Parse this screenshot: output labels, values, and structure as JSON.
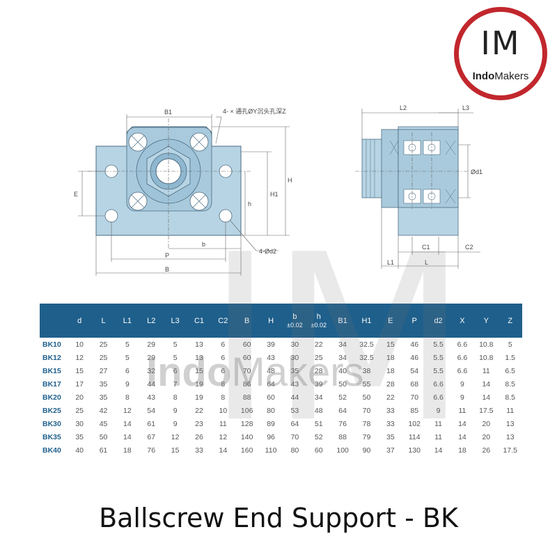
{
  "logo": {
    "mark": "IM",
    "word_bold": "Indo",
    "word_rest": "Makers"
  },
  "drawing_labels": {
    "front": {
      "b1": "B1",
      "hole_note": "4- × 通孔ØY沉头孔深Z",
      "e": "E",
      "h1": "H1",
      "h_total": "H",
      "h_small": "h",
      "b_small": "b",
      "p": "P",
      "b_total": "B",
      "d2": "4-Ød2"
    },
    "side": {
      "l2": "L2",
      "l3": "L3",
      "d1": "Ød1",
      "c1": "C1",
      "c2": "C2",
      "l1": "L1",
      "l": "L"
    }
  },
  "table": {
    "headers": [
      {
        "label": ""
      },
      {
        "label": "d"
      },
      {
        "label": "L"
      },
      {
        "label": "L1"
      },
      {
        "label": "L2"
      },
      {
        "label": "L3"
      },
      {
        "label": "C1"
      },
      {
        "label": "C2"
      },
      {
        "label": "B"
      },
      {
        "label": "H"
      },
      {
        "label": "b",
        "sub": "±0.02"
      },
      {
        "label": "h",
        "sub": "±0.02"
      },
      {
        "label": "B1"
      },
      {
        "label": "H1"
      },
      {
        "label": "E"
      },
      {
        "label": "P"
      },
      {
        "label": "d2"
      },
      {
        "label": "X"
      },
      {
        "label": "Y"
      },
      {
        "label": "Z"
      }
    ],
    "rows": [
      [
        "BK10",
        "10",
        "25",
        "5",
        "29",
        "5",
        "13",
        "6",
        "60",
        "39",
        "30",
        "22",
        "34",
        "32.5",
        "15",
        "46",
        "5.5",
        "6.6",
        "10.8",
        "5"
      ],
      [
        "BK12",
        "12",
        "25",
        "5",
        "29",
        "5",
        "13",
        "6",
        "60",
        "43",
        "30",
        "25",
        "34",
        "32.5",
        "18",
        "46",
        "5.5",
        "6.6",
        "10.8",
        "1.5"
      ],
      [
        "BK15",
        "15",
        "27",
        "6",
        "32",
        "6",
        "15",
        "6",
        "70",
        "48",
        "35",
        "28",
        "40",
        "38",
        "18",
        "54",
        "5.5",
        "6.6",
        "11",
        "6.5"
      ],
      [
        "BK17",
        "17",
        "35",
        "9",
        "44",
        "7",
        "19",
        "8",
        "86",
        "64",
        "43",
        "39",
        "50",
        "55",
        "28",
        "68",
        "6.6",
        "9",
        "14",
        "8.5"
      ],
      [
        "BK20",
        "20",
        "35",
        "8",
        "43",
        "8",
        "19",
        "8",
        "88",
        "60",
        "44",
        "34",
        "52",
        "50",
        "22",
        "70",
        "6.6",
        "9",
        "14",
        "8.5"
      ],
      [
        "BK25",
        "25",
        "42",
        "12",
        "54",
        "9",
        "22",
        "10",
        "106",
        "80",
        "53",
        "48",
        "64",
        "70",
        "33",
        "85",
        "9",
        "11",
        "17.5",
        "11"
      ],
      [
        "BK30",
        "30",
        "45",
        "14",
        "61",
        "9",
        "23",
        "11",
        "128",
        "89",
        "64",
        "51",
        "76",
        "78",
        "33",
        "102",
        "11",
        "14",
        "20",
        "13"
      ],
      [
        "BK35",
        "35",
        "50",
        "14",
        "67",
        "12",
        "26",
        "12",
        "140",
        "96",
        "70",
        "52",
        "88",
        "79",
        "35",
        "114",
        "11",
        "14",
        "20",
        "13"
      ],
      [
        "BK40",
        "40",
        "61",
        "18",
        "76",
        "15",
        "33",
        "14",
        "160",
        "110",
        "80",
        "60",
        "100",
        "90",
        "37",
        "130",
        "14",
        "18",
        "26",
        "17.5"
      ]
    ]
  },
  "watermark": {
    "big": "IM",
    "word_bold": "Indo",
    "word_rest": "Makers"
  },
  "title": "Ballscrew End Support - BK",
  "colors": {
    "accent": "#1f5f8b",
    "logo_ring": "#c1272d",
    "part_fill": "#b7d4e4"
  }
}
